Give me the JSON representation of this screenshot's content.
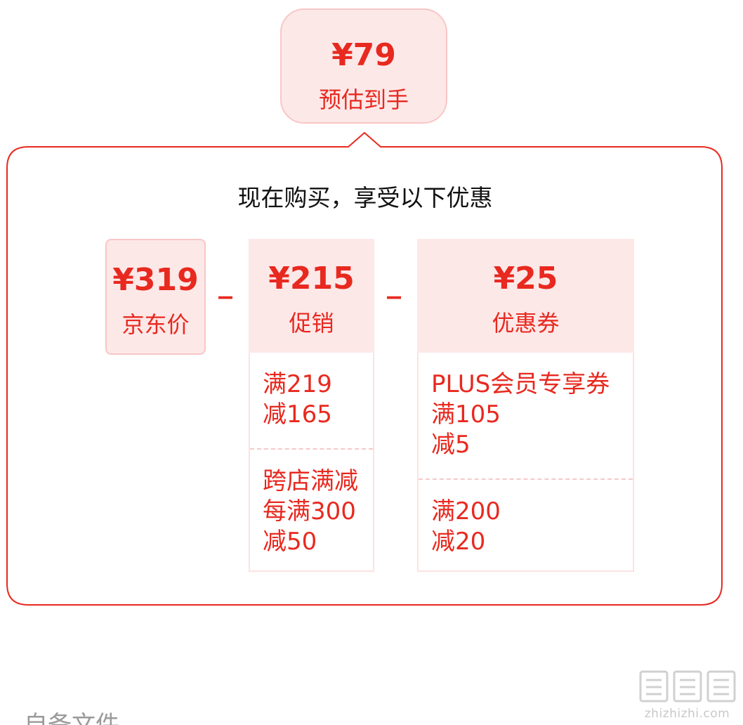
{
  "estimate": {
    "price": "¥79",
    "label": "预估到手"
  },
  "panel": {
    "title": "现在购买，享受以下优惠",
    "minus_sign": "_"
  },
  "cards": {
    "jd_price": {
      "amount": "¥319",
      "label": "京东价"
    },
    "promotion": {
      "amount": "¥215",
      "label": "促销"
    },
    "coupon": {
      "amount": "¥25",
      "label": "优惠券"
    }
  },
  "promotion_details": [
    {
      "lines": [
        "满219",
        "减165"
      ]
    },
    {
      "lines": [
        "跨店满减",
        "每满300",
        "减50"
      ]
    }
  ],
  "coupon_details": [
    {
      "lines": [
        "PLUS会员专享券",
        "满105",
        "减5"
      ]
    },
    {
      "lines": [
        "满200",
        "减20"
      ]
    }
  ],
  "next_section": {
    "heading": "自备文件"
  },
  "watermark": {
    "logo_text": "值值值",
    "url": "zhizhizhi.com"
  },
  "colors": {
    "accent": "#e8291f",
    "card_bg": "#fde8e8",
    "panel_border": "#e8291f"
  }
}
